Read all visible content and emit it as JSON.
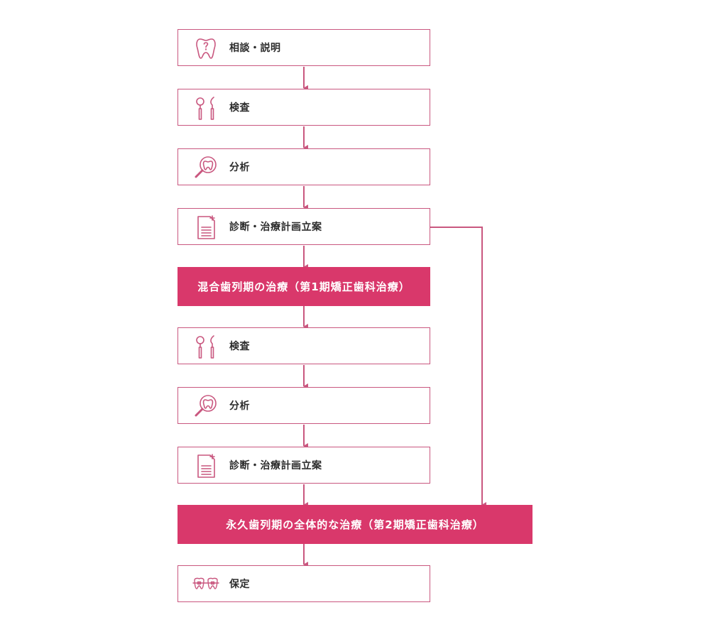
{
  "flow": {
    "steps": [
      {
        "label": "相談・説明",
        "icon": "tooth-question-icon"
      },
      {
        "label": "検査",
        "icon": "dental-tools-icon"
      },
      {
        "label": "分析",
        "icon": "magnifier-tooth-icon"
      },
      {
        "label": "診断・治療計画立案",
        "icon": "document-icon"
      },
      {
        "label": "検査",
        "icon": "dental-tools-icon"
      },
      {
        "label": "分析",
        "icon": "magnifier-tooth-icon"
      },
      {
        "label": "診断・治療計画立案",
        "icon": "document-icon"
      },
      {
        "label": "保定",
        "icon": "retainer-teeth-icon"
      }
    ],
    "phases": [
      {
        "label": "混合歯列期の治療（第1期矯正歯科治療）"
      },
      {
        "label": "永久歯列期の全体的な治療（第2期矯正歯科治療）"
      }
    ]
  },
  "colors": {
    "accent": "#d9386b",
    "border": "#c9577f",
    "line": "#c9577f",
    "text": "#2c2c2c"
  }
}
